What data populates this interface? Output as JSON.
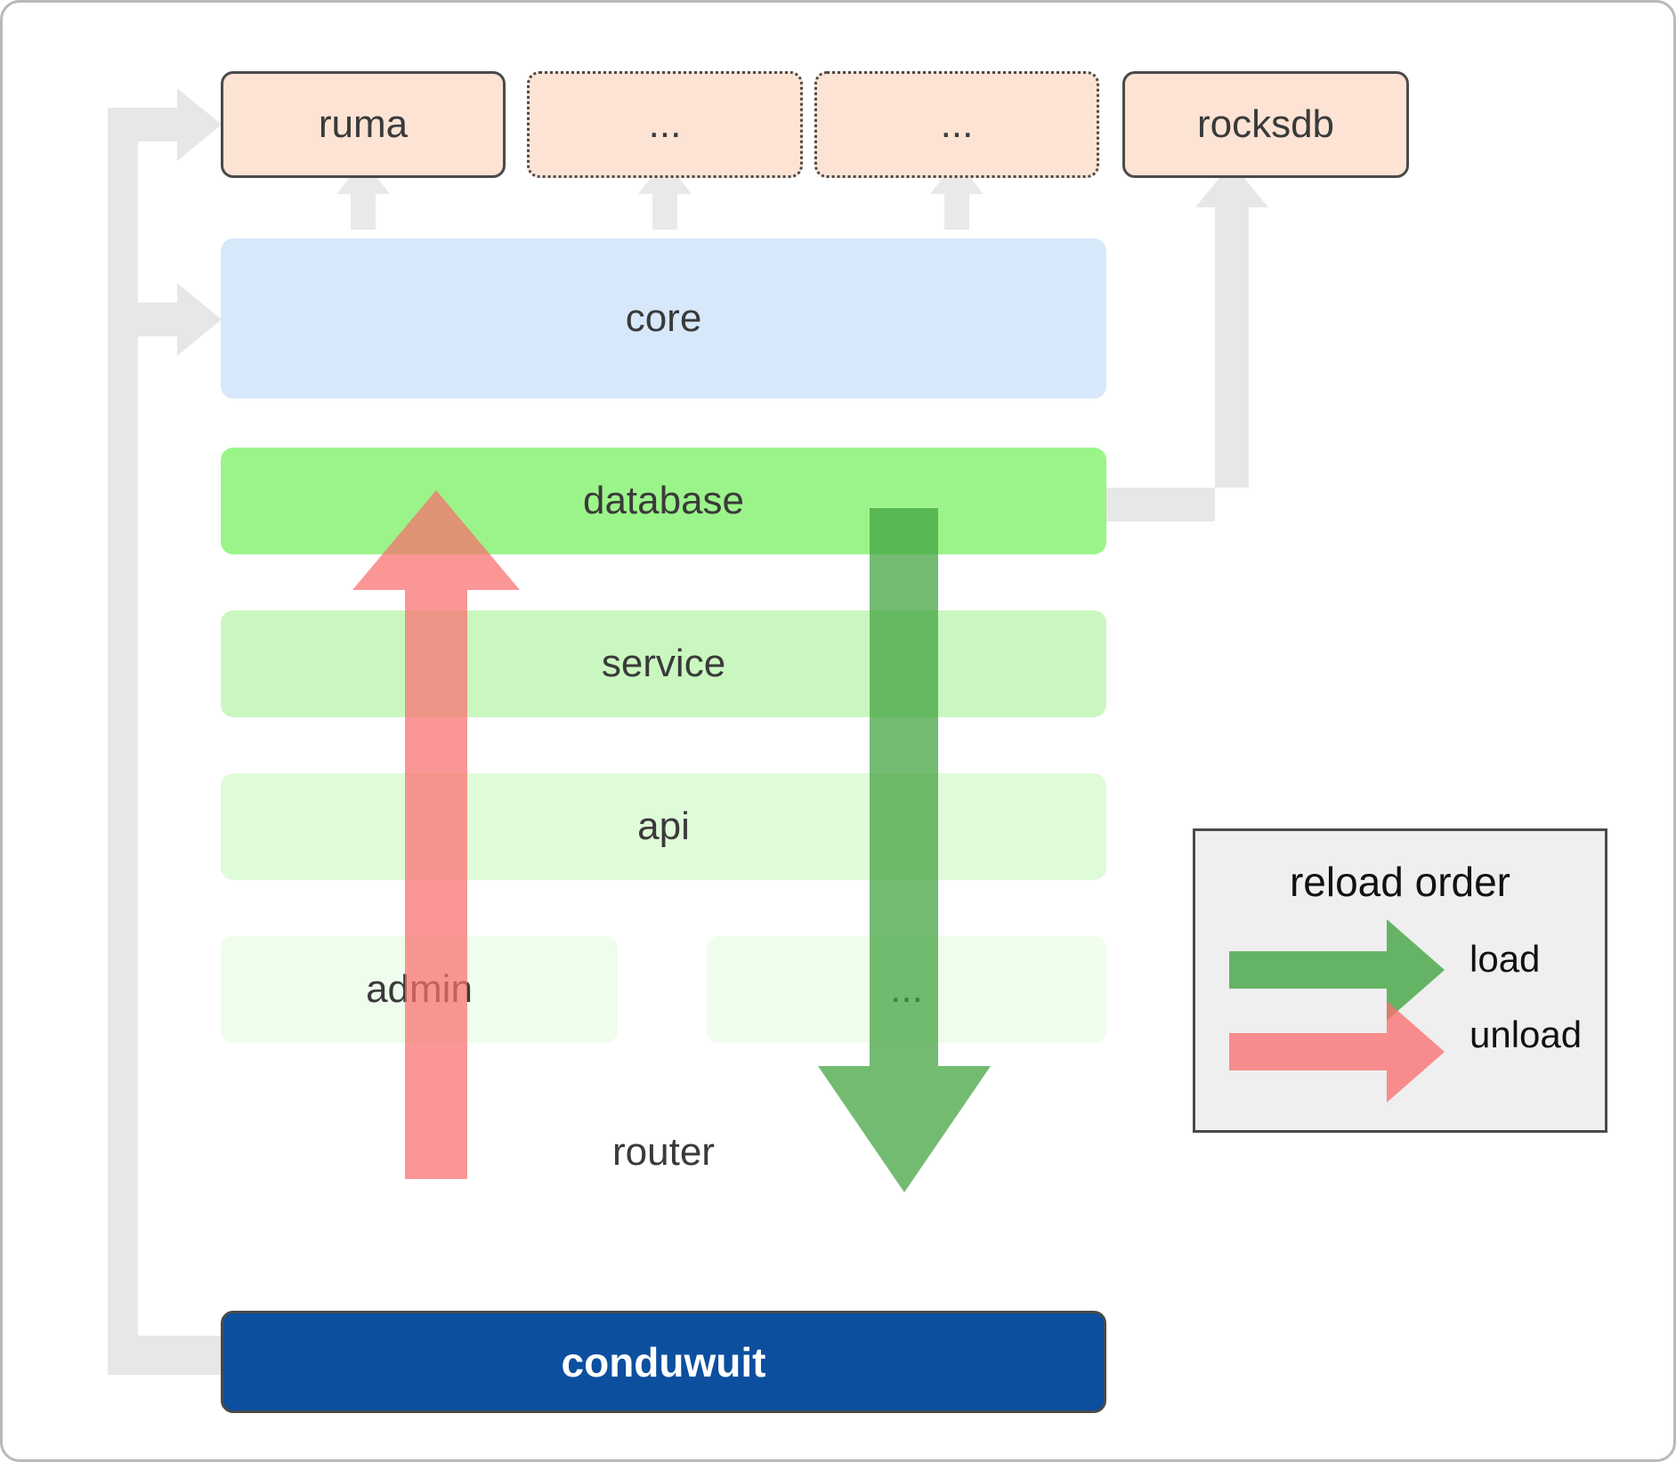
{
  "diagram": {
    "title": "conduwuit crate dependency and reload order diagram",
    "dependencies": [
      {
        "id": "ruma",
        "label": "ruma",
        "style": "solid",
        "fill": "#fce3d4"
      },
      {
        "id": "dots1",
        "label": "...",
        "style": "dotted",
        "fill": "#fce3d4"
      },
      {
        "id": "dots2",
        "label": "...",
        "style": "dotted",
        "fill": "#fce3d4"
      },
      {
        "id": "rocksdb",
        "label": "rocksdb",
        "style": "solid",
        "fill": "#fce3d4"
      }
    ],
    "layers": [
      {
        "id": "core",
        "label": "core",
        "fill": "#d7e8fb",
        "style": "solid"
      },
      {
        "id": "database",
        "label": "database",
        "fill": "#9bf48a",
        "style": "solid"
      },
      {
        "id": "service",
        "label": "service",
        "fill": "#caf7c0",
        "style": "solid"
      },
      {
        "id": "api",
        "label": "api",
        "fill": "#e0fbd9",
        "style": "solid"
      },
      {
        "id": "admin",
        "label": "admin",
        "fill": "#effdec",
        "style": "solid"
      },
      {
        "id": "dots3",
        "label": "...",
        "fill": "#effdec",
        "style": "dotted"
      },
      {
        "id": "router",
        "label": "router",
        "fill": "#ffffff",
        "style": "solid"
      }
    ],
    "binary": {
      "id": "conduwuit",
      "label": "conduwuit",
      "fill": "#0b4f9e",
      "text_color": "#ffffff"
    },
    "legend": {
      "title": "reload order",
      "items": [
        {
          "id": "load",
          "label": "load",
          "color": "#5bb35b"
        },
        {
          "id": "unload",
          "label": "unload",
          "color": "#fa8383"
        }
      ]
    },
    "arrows": {
      "load_color": "#4aa349",
      "unload_color": "#f77f7f",
      "connector_color": "#e7e7e7"
    }
  }
}
